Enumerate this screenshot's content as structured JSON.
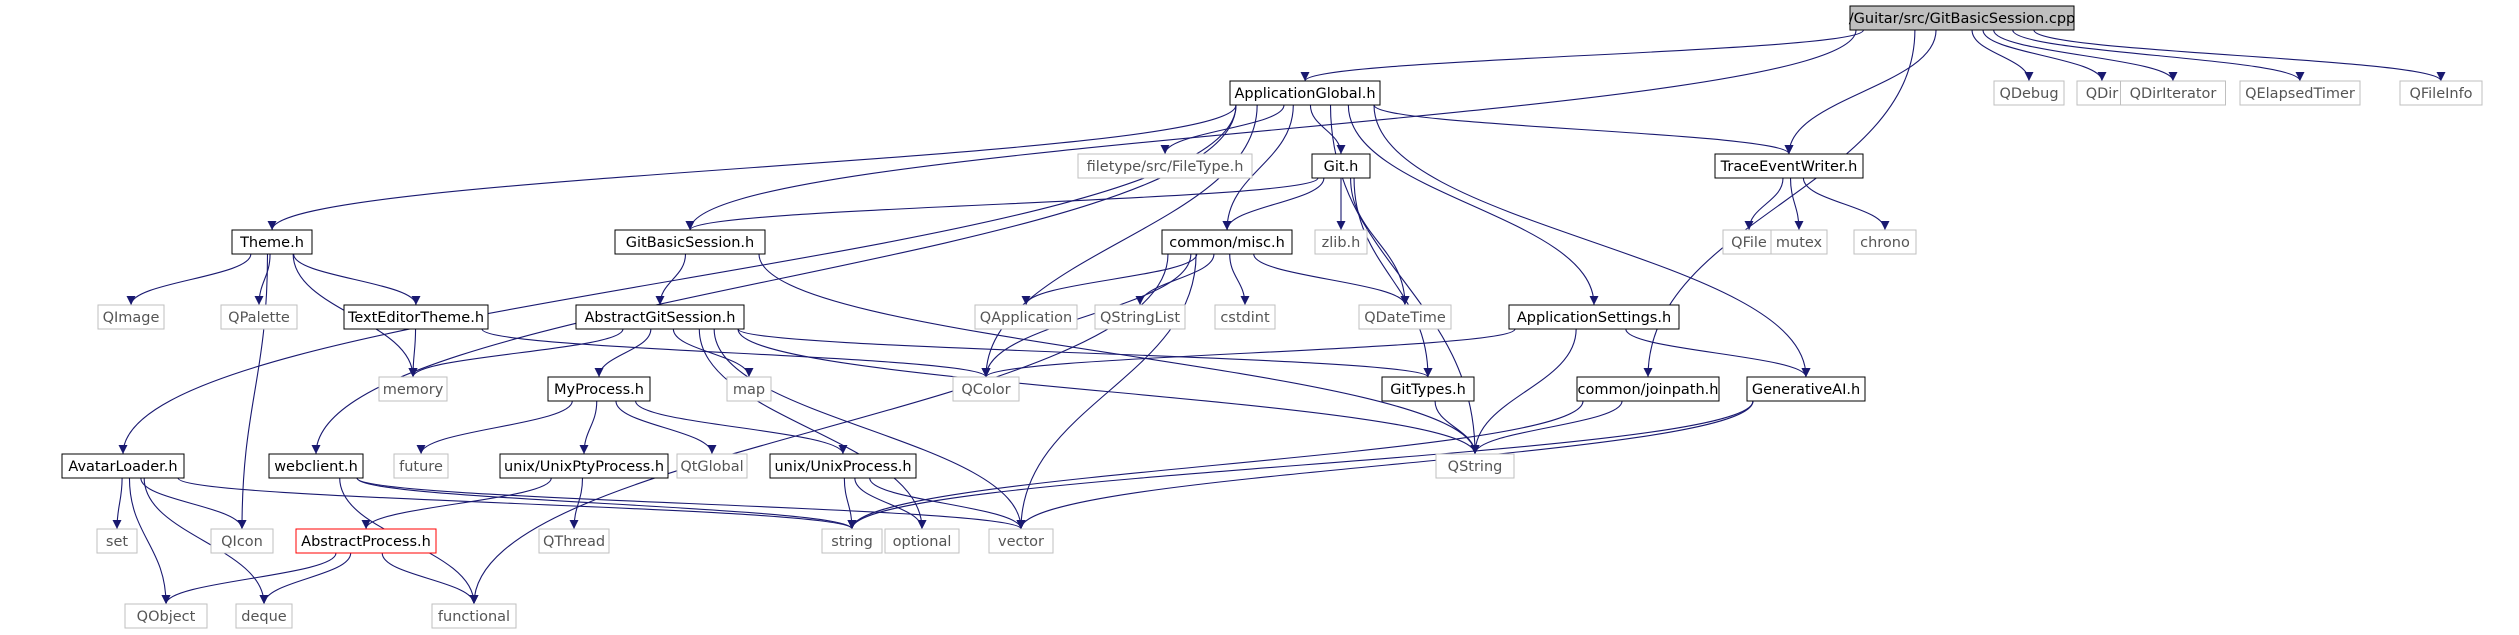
{
  "colors": {
    "edge": "#191970",
    "box_stroke": "#000000",
    "external_stroke": "#bfbfbf",
    "external_text": "#555555",
    "text": "#000000",
    "root_fill": "#bfbfbf",
    "highlight_stroke": "#ff0000"
  },
  "graph": {
    "nodes": [
      {
        "id": "root",
        "label": "/Guitar/src/GitBasicSession.cpp",
        "kind": "root"
      },
      {
        "id": "appglobal",
        "label": "ApplicationGlobal.h",
        "kind": "file"
      },
      {
        "id": "qdebug",
        "label": "QDebug",
        "kind": "external"
      },
      {
        "id": "qdir",
        "label": "QDir",
        "kind": "external"
      },
      {
        "id": "qdiriter",
        "label": "QDirIterator",
        "kind": "external"
      },
      {
        "id": "qelapsed",
        "label": "QElapsedTimer",
        "kind": "external"
      },
      {
        "id": "qfileinfo",
        "label": "QFileInfo",
        "kind": "external"
      },
      {
        "id": "filetype",
        "label": "filetype/src/FileType.h",
        "kind": "external"
      },
      {
        "id": "git",
        "label": "Git.h",
        "kind": "file"
      },
      {
        "id": "trace",
        "label": "TraceEventWriter.h",
        "kind": "file"
      },
      {
        "id": "theme",
        "label": "Theme.h",
        "kind": "file"
      },
      {
        "id": "gitbasic",
        "label": "GitBasicSession.h",
        "kind": "file"
      },
      {
        "id": "misc",
        "label": "common/misc.h",
        "kind": "file"
      },
      {
        "id": "zlib",
        "label": "zlib.h",
        "kind": "external"
      },
      {
        "id": "qfile",
        "label": "QFile",
        "kind": "external"
      },
      {
        "id": "mutex",
        "label": "mutex",
        "kind": "external"
      },
      {
        "id": "chrono",
        "label": "chrono",
        "kind": "external"
      },
      {
        "id": "qimage",
        "label": "QImage",
        "kind": "external"
      },
      {
        "id": "qpalette",
        "label": "QPalette",
        "kind": "external"
      },
      {
        "id": "texteditor",
        "label": "TextEditorTheme.h",
        "kind": "file"
      },
      {
        "id": "abstractgit",
        "label": "AbstractGitSession.h",
        "kind": "file"
      },
      {
        "id": "qapplication",
        "label": "QApplication",
        "kind": "external"
      },
      {
        "id": "qstringlist",
        "label": "QStringList",
        "kind": "external"
      },
      {
        "id": "cstdint",
        "label": "cstdint",
        "kind": "external"
      },
      {
        "id": "qdatetime",
        "label": "QDateTime",
        "kind": "external"
      },
      {
        "id": "appsettings",
        "label": "ApplicationSettings.h",
        "kind": "file"
      },
      {
        "id": "memory",
        "label": "memory",
        "kind": "external"
      },
      {
        "id": "map",
        "label": "map",
        "kind": "external"
      },
      {
        "id": "qcolor",
        "label": "QColor",
        "kind": "external"
      },
      {
        "id": "gittypes",
        "label": "GitTypes.h",
        "kind": "file"
      },
      {
        "id": "joinpath",
        "label": "common/joinpath.h",
        "kind": "file"
      },
      {
        "id": "genai",
        "label": "GenerativeAI.h",
        "kind": "file"
      },
      {
        "id": "myprocess",
        "label": "MyProcess.h",
        "kind": "file"
      },
      {
        "id": "avatar",
        "label": "AvatarLoader.h",
        "kind": "file"
      },
      {
        "id": "webclient",
        "label": "webclient.h",
        "kind": "file"
      },
      {
        "id": "future",
        "label": "future",
        "kind": "external"
      },
      {
        "id": "unixpty",
        "label": "unix/UnixPtyProcess.h",
        "kind": "file"
      },
      {
        "id": "qtglobal",
        "label": "QtGlobal",
        "kind": "external"
      },
      {
        "id": "unixproc",
        "label": "unix/UnixProcess.h",
        "kind": "file"
      },
      {
        "id": "qstring",
        "label": "QString",
        "kind": "external"
      },
      {
        "id": "set",
        "label": "set",
        "kind": "external"
      },
      {
        "id": "qicon",
        "label": "QIcon",
        "kind": "external"
      },
      {
        "id": "abstractproc",
        "label": "AbstractProcess.h",
        "kind": "highlight"
      },
      {
        "id": "qthread",
        "label": "QThread",
        "kind": "external"
      },
      {
        "id": "string",
        "label": "string",
        "kind": "external"
      },
      {
        "id": "optional",
        "label": "optional",
        "kind": "external"
      },
      {
        "id": "vector",
        "label": "vector",
        "kind": "external"
      },
      {
        "id": "qobject",
        "label": "QObject",
        "kind": "external"
      },
      {
        "id": "deque",
        "label": "deque",
        "kind": "external"
      },
      {
        "id": "functional",
        "label": "functional",
        "kind": "external"
      }
    ],
    "edges": [
      {
        "from": "root",
        "to": "appglobal"
      },
      {
        "from": "root",
        "to": "gitbasic"
      },
      {
        "from": "root",
        "to": "trace"
      },
      {
        "from": "root",
        "to": "joinpath"
      },
      {
        "from": "root",
        "to": "qdebug"
      },
      {
        "from": "root",
        "to": "qdir"
      },
      {
        "from": "root",
        "to": "qdiriter"
      },
      {
        "from": "root",
        "to": "qelapsed"
      },
      {
        "from": "root",
        "to": "qfileinfo"
      },
      {
        "from": "appglobal",
        "to": "theme"
      },
      {
        "from": "appglobal",
        "to": "avatar"
      },
      {
        "from": "appglobal",
        "to": "webclient"
      },
      {
        "from": "appglobal",
        "to": "filetype"
      },
      {
        "from": "appglobal",
        "to": "git"
      },
      {
        "from": "appglobal",
        "to": "misc"
      },
      {
        "from": "appglobal",
        "to": "qcolor"
      },
      {
        "from": "appglobal",
        "to": "appsettings"
      },
      {
        "from": "appglobal",
        "to": "trace"
      },
      {
        "from": "appglobal",
        "to": "genai"
      },
      {
        "from": "appglobal",
        "to": "qstring"
      },
      {
        "from": "git",
        "to": "gitbasic"
      },
      {
        "from": "git",
        "to": "misc"
      },
      {
        "from": "git",
        "to": "zlib"
      },
      {
        "from": "git",
        "to": "qdatetime"
      },
      {
        "from": "git",
        "to": "gittypes"
      },
      {
        "from": "trace",
        "to": "qfile"
      },
      {
        "from": "trace",
        "to": "mutex"
      },
      {
        "from": "trace",
        "to": "chrono"
      },
      {
        "from": "theme",
        "to": "qimage"
      },
      {
        "from": "theme",
        "to": "qpalette"
      },
      {
        "from": "theme",
        "to": "texteditor"
      },
      {
        "from": "theme",
        "to": "memory"
      },
      {
        "from": "theme",
        "to": "qicon"
      },
      {
        "from": "texteditor",
        "to": "memory"
      },
      {
        "from": "texteditor",
        "to": "qcolor"
      },
      {
        "from": "gitbasic",
        "to": "abstractgit"
      },
      {
        "from": "gitbasic",
        "to": "qstring"
      },
      {
        "from": "misc",
        "to": "qapplication"
      },
      {
        "from": "misc",
        "to": "qstringlist"
      },
      {
        "from": "misc",
        "to": "cstdint"
      },
      {
        "from": "misc",
        "to": "qdatetime"
      },
      {
        "from": "misc",
        "to": "qcolor"
      },
      {
        "from": "misc",
        "to": "vector"
      },
      {
        "from": "misc",
        "to": "functional"
      },
      {
        "from": "abstractgit",
        "to": "memory"
      },
      {
        "from": "abstractgit",
        "to": "map"
      },
      {
        "from": "abstractgit",
        "to": "myprocess"
      },
      {
        "from": "abstractgit",
        "to": "gittypes"
      },
      {
        "from": "abstractgit",
        "to": "qstring"
      },
      {
        "from": "abstractgit",
        "to": "optional"
      },
      {
        "from": "abstractgit",
        "to": "vector"
      },
      {
        "from": "appsettings",
        "to": "qcolor"
      },
      {
        "from": "appsettings",
        "to": "genai"
      },
      {
        "from": "appsettings",
        "to": "qstring"
      },
      {
        "from": "gittypes",
        "to": "qstring"
      },
      {
        "from": "joinpath",
        "to": "qstring"
      },
      {
        "from": "joinpath",
        "to": "string"
      },
      {
        "from": "genai",
        "to": "string"
      },
      {
        "from": "genai",
        "to": "vector"
      },
      {
        "from": "myprocess",
        "to": "future"
      },
      {
        "from": "myprocess",
        "to": "unixpty"
      },
      {
        "from": "myprocess",
        "to": "qtglobal"
      },
      {
        "from": "myprocess",
        "to": "unixproc"
      },
      {
        "from": "unixpty",
        "to": "abstractproc"
      },
      {
        "from": "unixpty",
        "to": "qthread"
      },
      {
        "from": "unixproc",
        "to": "string"
      },
      {
        "from": "unixproc",
        "to": "optional"
      },
      {
        "from": "unixproc",
        "to": "vector"
      },
      {
        "from": "avatar",
        "to": "set"
      },
      {
        "from": "avatar",
        "to": "qicon"
      },
      {
        "from": "avatar",
        "to": "qobject"
      },
      {
        "from": "avatar",
        "to": "deque"
      },
      {
        "from": "avatar",
        "to": "string"
      },
      {
        "from": "webclient",
        "to": "string"
      },
      {
        "from": "webclient",
        "to": "vector"
      },
      {
        "from": "webclient",
        "to": "functional"
      },
      {
        "from": "abstractproc",
        "to": "qobject"
      },
      {
        "from": "abstractproc",
        "to": "deque"
      },
      {
        "from": "abstractproc",
        "to": "functional"
      }
    ]
  }
}
